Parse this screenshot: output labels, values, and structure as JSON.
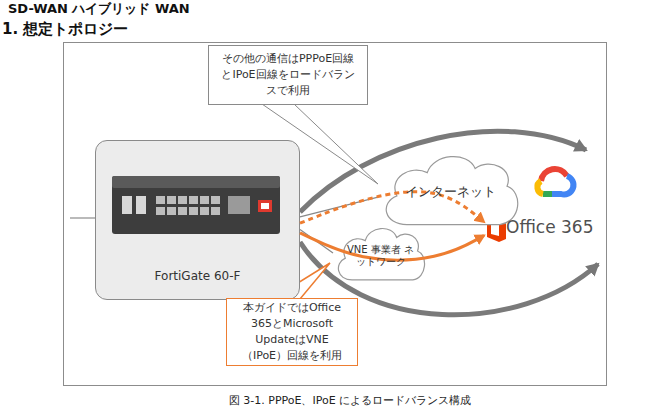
{
  "diagram": {
    "title": "SD-WAN ハイブリッド WAN",
    "caption": "図 3-1. PPPoE、IPoE によるロードバランス構成",
    "nodes": [
      {
        "text": [
          "その他の通信はPPPoE回線とIPoE回線をロードバランスで利用"
        ]
      },
      {
        "text": [
          "FortiGate 60-F"
        ]
      },
      {
        "text": [
          "インターネット"
        ]
      },
      {
        "text": [
          "VNE 事業者 ネットワーク"
        ]
      },
      {
        "text": [
          "Office 365"
        ]
      },
      {
        "text": [
          "本ガイドではOffice 365とMicrosoft UpdateはVNE（IPoE）回線を利用"
        ]
      }
    ],
    "edges": [
      {
        "from": 1,
        "to": 2,
        "arrow": "none"
      },
      {
        "from": 1,
        "to": 3,
        "arrow": "none"
      },
      {
        "from": 1,
        "to": 4,
        "arrow": "to"
      },
      {
        "from": 1,
        "to": 4,
        "arrow": "to"
      }
    ],
    "labels": [
      "1. 想定トポロジー"
    ]
  }
}
